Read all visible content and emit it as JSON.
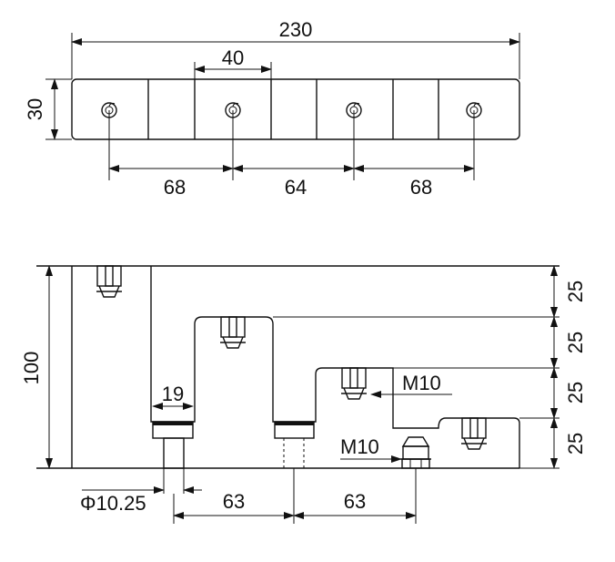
{
  "top_view": {
    "overall_length": "230",
    "width": "30",
    "tab_width": "40",
    "hole_spacing_1": "68",
    "hole_spacing_2": "64",
    "hole_spacing_3": "68"
  },
  "front_view": {
    "height": "100",
    "step_1": "25",
    "step_2": "25",
    "step_3": "25",
    "step_4": "25",
    "terminal_width": "19",
    "pin_diameter": "Φ10.25",
    "pitch_1": "63",
    "pitch_2": "63",
    "bolt_label_1": "M10",
    "bolt_label_2": "M10"
  },
  "icons": [
    "screw-hole-icon",
    "bolt-icon",
    "terminal-icon",
    "arrow-icon"
  ]
}
